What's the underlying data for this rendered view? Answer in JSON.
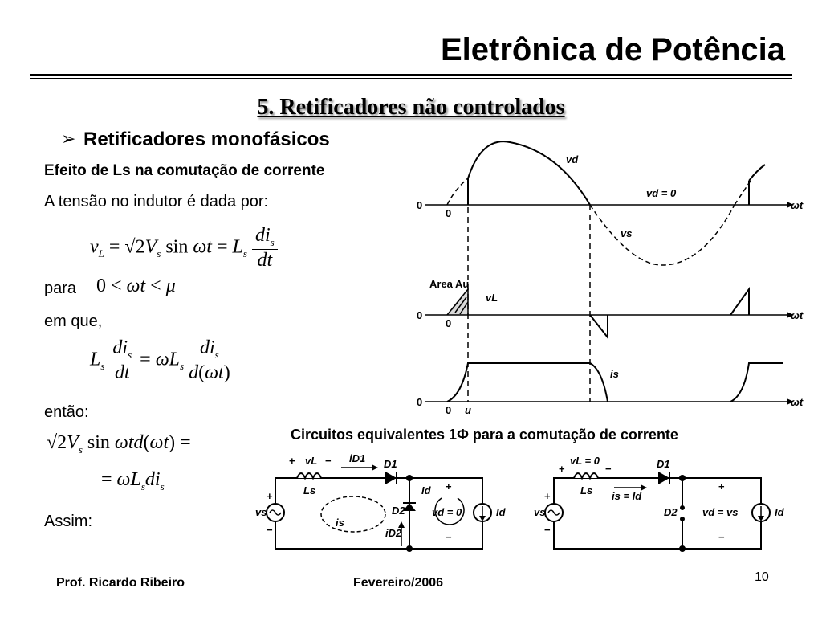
{
  "slide": {
    "title": "Eletrônica de Potência",
    "subtitle": "5. Retificadores não controlados",
    "bullet_marker": "➢",
    "bullet": "Retificadores monofásicos",
    "effect_heading": "Efeito de Ls na comutação de corrente",
    "line1": "A tensão no indutor é dada por:",
    "para_label": "para",
    "em_que_label": "em que,",
    "entao_label": "então:",
    "assim_label": "Assim:"
  },
  "figure": {
    "caption": "Circuitos equivalentes 1Φ para a comutação de corrente",
    "waveform_labels": {
      "vd": "vd",
      "vd_zero": "vd = 0",
      "vs": "vs",
      "area": "Area Au",
      "vL": "vL",
      "is": "is",
      "omega_t": "ωt",
      "zero": "0",
      "u": "u"
    },
    "circuit_labels": {
      "vL": "vL",
      "iD1": "iD1",
      "D1": "D1",
      "Ls": "Ls",
      "vs": "vs",
      "is": "is",
      "D2": "D2",
      "iD2": "iD2",
      "Id": "Id",
      "vd_zero": "vd = 0",
      "vL_zero": "vL = 0",
      "is_eq_Id": "is = Id",
      "vd_eq_vs": "vd = vs",
      "plus": "+",
      "minus": "−"
    }
  },
  "footer": {
    "author": "Prof. Ricardo Ribeiro",
    "date": "Fevereiro/2006",
    "page": "10"
  }
}
